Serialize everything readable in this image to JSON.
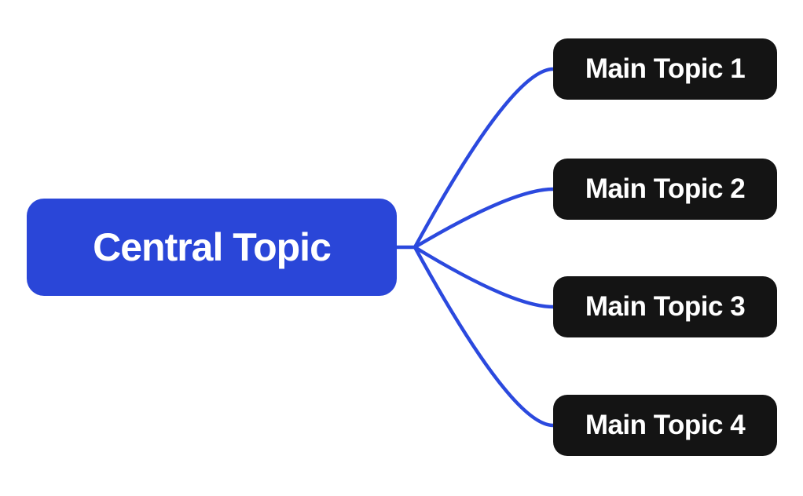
{
  "central": {
    "label": "Central Topic"
  },
  "main_topics": [
    {
      "label": "Main Topic 1"
    },
    {
      "label": "Main Topic 2"
    },
    {
      "label": "Main Topic 3"
    },
    {
      "label": "Main Topic 4"
    }
  ],
  "colors": {
    "background": "#ffffff",
    "central_fill": "#2a46d8",
    "central_text": "#ffffff",
    "main_fill": "#141414",
    "main_text": "#ffffff",
    "connector": "#2b49de"
  }
}
